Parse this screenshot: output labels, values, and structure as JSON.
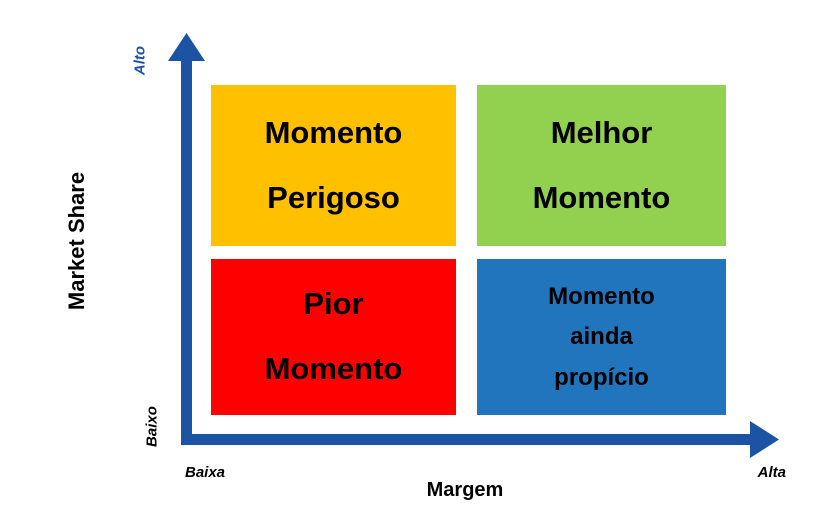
{
  "diagram": {
    "type": "quadrant-matrix",
    "y_axis": {
      "label": "Market Share",
      "top_label": "Alto",
      "bottom_label": "Baixo"
    },
    "x_axis": {
      "label": "Margem",
      "left_label": "Baixa",
      "right_label": "Alta"
    },
    "colors": {
      "axis": "#1D53A3",
      "alto_label": "#1D53A3",
      "top_left": "#FFC000",
      "top_right": "#92D050",
      "bottom_left": "#FF0000",
      "bottom_right": "#2175BC",
      "text": "#000000"
    },
    "quadrants": {
      "top_left": {
        "lines": [
          "Momento",
          "Perigoso"
        ]
      },
      "top_right": {
        "lines": [
          "Melhor",
          "Momento"
        ]
      },
      "bottom_left": {
        "lines": [
          "Pior",
          "Momento"
        ]
      },
      "bottom_right": {
        "lines": [
          "Momento",
          "ainda",
          "propício"
        ]
      }
    }
  }
}
